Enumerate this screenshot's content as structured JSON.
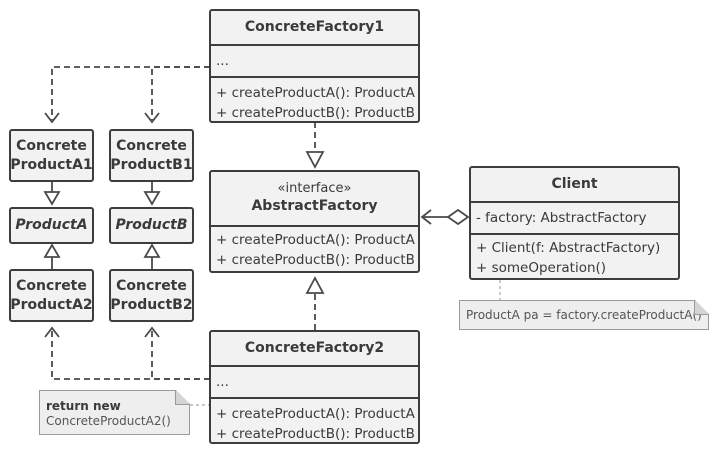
{
  "concrete_factory_1": {
    "name": "ConcreteFactory1",
    "attributes": "...",
    "methods": [
      "+ createProductA(): ProductA",
      "+ createProductB(): ProductB"
    ]
  },
  "abstract_factory": {
    "stereotype": "«interface»",
    "name": "AbstractFactory",
    "methods": [
      "+ createProductA(): ProductA",
      "+ createProductB(): ProductB"
    ]
  },
  "concrete_factory_2": {
    "name": "ConcreteFactory2",
    "attributes": "...",
    "methods": [
      "+ createProductA(): ProductA",
      "+ createProductB(): ProductB"
    ]
  },
  "client": {
    "name": "Client",
    "attributes": "- factory: AbstractFactory",
    "methods": [
      "+ Client(f: AbstractFactory)",
      "+ someOperation()"
    ]
  },
  "products": {
    "concrete_a1": [
      "Concrete",
      "ProductA1"
    ],
    "concrete_b1": [
      "Concrete",
      "ProductB1"
    ],
    "product_a": "ProductA",
    "product_b": "ProductB",
    "concrete_a2": [
      "Concrete",
      "ProductA2"
    ],
    "concrete_b2": [
      "Concrete",
      "ProductB2"
    ]
  },
  "notes": {
    "client_note": "ProductA pa = factory.createProductA()",
    "factory2_note": {
      "line1": "return new",
      "line2": "ConcreteProductA2()"
    }
  }
}
